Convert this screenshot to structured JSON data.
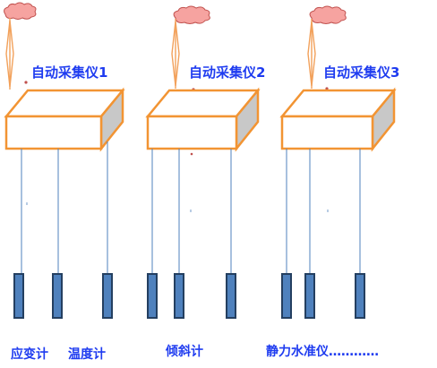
{
  "colors": {
    "box_stroke": "#f29433",
    "box_fill": "#ffffff",
    "box_side": "#c8c8c8",
    "cloud_fill": "#f6a3a0",
    "cloud_stroke": "#c0504d",
    "antenna": "#f2a15b",
    "wire": "#4f81bd",
    "sensor_fill": "#4f81bd",
    "sensor_stroke": "#243f60",
    "title_text": "#1f3cf0",
    "bottom_text": "#1f3cf0"
  },
  "units": [
    {
      "title": "自动采集仪1",
      "wireless_icon": "cloud-icon"
    },
    {
      "title": "自动采集仪2",
      "wireless_icon": "cloud-icon"
    },
    {
      "title": "自动采集仪3",
      "wireless_icon": "cloud-icon"
    }
  ],
  "sensor_labels": {
    "strain_gauge": "应变计",
    "thermometer": "温度计",
    "inclinometer": "倾斜计",
    "leveling": "静力水准仪…………"
  }
}
